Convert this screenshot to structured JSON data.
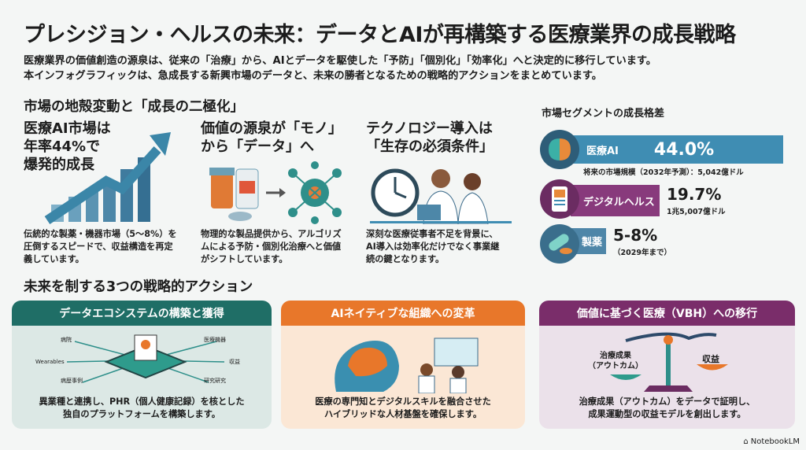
{
  "title": "プレシジョン・ヘルスの未来：データとAIが再構築する医療業界の成長戦略",
  "subtitle": [
    "医療業界の価値創造の源泉は、従来の「治療」から、AIとデータを駆使した「予防」「個別化」「効率化」へと決定的に移行しています。",
    "本インフォグラフィックは、急成長する新興市場のデータと、未来の勝者となるための戦略的アクションをまとめています。"
  ],
  "section1": {
    "heading": "市場の地殻変動と「成長の二極化」",
    "columns": [
      {
        "heading": "医療AI市場は\n年率44%で\n爆発的成長",
        "description": "伝統的な製薬・機器市場（5〜8%）を\n圧倒するスピードで、収益構造を再定\n義しています。"
      },
      {
        "heading": "価値の源泉が「モノ」\nから「データ」へ",
        "description": "物理的な製品提供から、アルゴリズ\nムによる予防・個別化治療へと価値\nがシフトしています。"
      },
      {
        "heading": "テクノロジー導入は\n「生存の必須条件」",
        "description": "深刻な医療従事者不足を背景に、\nAI導入は効率化だけでなく事業継\n続の鍵となります。"
      }
    ]
  },
  "segments": {
    "title": "市場セグメントの成長格差",
    "items": [
      {
        "label": "医療AI",
        "value": "44.0%",
        "note": "将来の市場規模（2032年予測）：5,042億ドル",
        "icon": "brain-icon",
        "color": "#3f8db3",
        "growth": 44.0
      },
      {
        "label": "デジタルヘルス",
        "value": "19.7%",
        "note": "1兆5,007億ドル",
        "icon": "smartphone-health-icon",
        "color": "#883a7c",
        "growth": 19.7
      },
      {
        "label": "製薬",
        "value": "5-8%",
        "note": "（2029年まで）",
        "icon": "pill-icon",
        "color": "#4e86a8",
        "growth": 6.5
      }
    ]
  },
  "section2": {
    "heading": "未来を制する3つの戦略的アクション",
    "cards": [
      {
        "title": "データエコシステムの構築と獲得",
        "description": "異業種と連携し、PHR（個人健康記録）を核とした\n独自のプラットフォームを構築します。",
        "color": "#1f6e66",
        "bg": "#dce8e5",
        "labels": [
          "病院",
          "医療機器",
          "Wearables",
          "収益",
          "病歴事例",
          "研究研究"
        ]
      },
      {
        "title": "AIネイティブな組織への変革",
        "description": "医療の専門知とデジタルスキルを融合させた\nハイブリッドな人材基盤を確保します。",
        "color": "#e8772a",
        "bg": "#fbe7d5"
      },
      {
        "title": "価値に基づく医療（VBH）への移行",
        "description": "治療成果（アウトカム）をデータで証明し、\n成果運動型の収益モデルを創出します。",
        "color": "#7a2d6a",
        "bg": "#ebe1ea",
        "labels": [
          "治療成果\n（アウトカム）",
          "収益"
        ]
      }
    ]
  },
  "footer": {
    "brand": "NotebookLM"
  }
}
